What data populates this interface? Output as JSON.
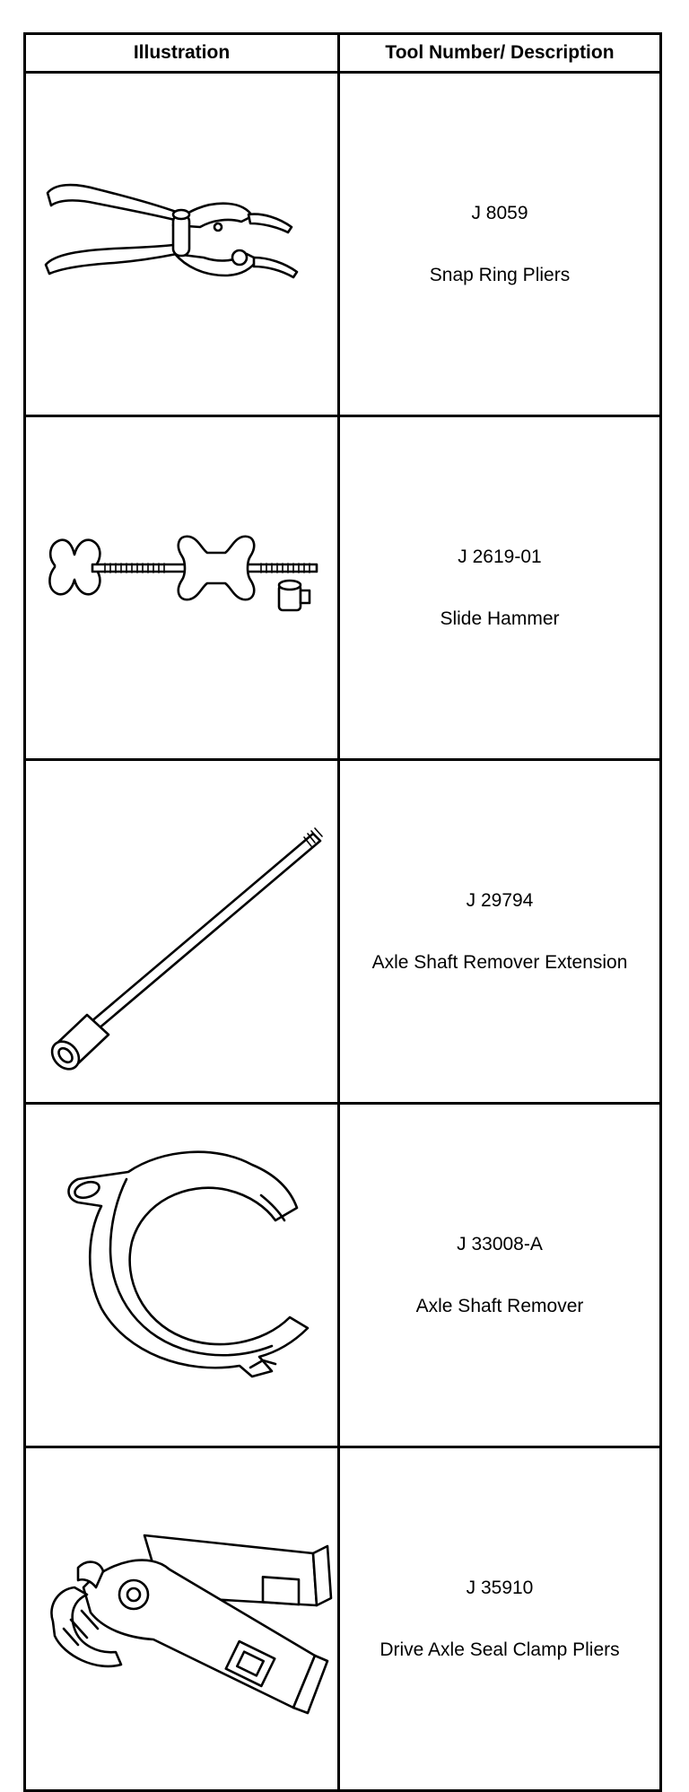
{
  "table": {
    "headers": {
      "illustration": "Illustration",
      "description": "Tool Number/ Description"
    },
    "rows": [
      {
        "number": "J 8059",
        "description": "Snap Ring Pliers",
        "icon": "snap-ring-pliers-icon"
      },
      {
        "number": "J 2619-01",
        "description": "Slide Hammer",
        "icon": "slide-hammer-icon"
      },
      {
        "number": "J 29794",
        "description": "Axle Shaft Remover Extension",
        "icon": "axle-shaft-remover-extension-icon"
      },
      {
        "number": "J 33008-A",
        "description": "Axle Shaft Remover",
        "icon": "axle-shaft-remover-icon"
      },
      {
        "number": "J 35910",
        "description": "Drive Axle Seal Clamp Pliers",
        "icon": "drive-axle-seal-clamp-pliers-icon"
      }
    ]
  }
}
